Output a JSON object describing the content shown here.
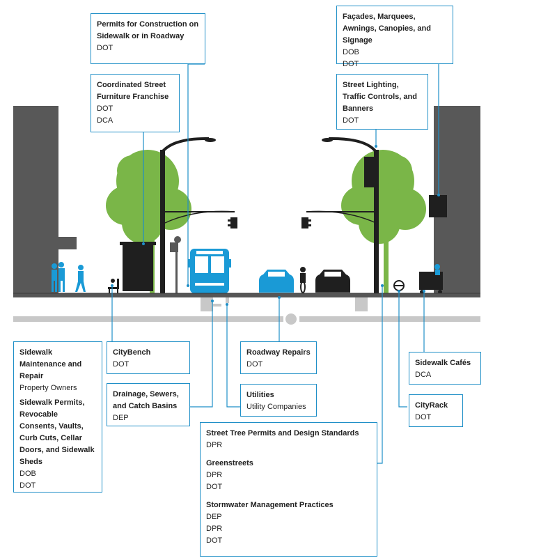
{
  "colors": {
    "callout": "#1f8fc7",
    "building": "#585858",
    "tree": "#7ab648",
    "vehicle": "#1a9ad6",
    "dark": "#1f1f1f",
    "road": "#555555",
    "pipe": "#c8c8c8"
  },
  "icons": [
    "building",
    "tree",
    "street-light",
    "traffic-signal",
    "bus",
    "car",
    "cyclist",
    "pedestrian",
    "bench",
    "newsstand",
    "cafe",
    "bike-rack",
    "catch-basin",
    "manhole",
    "sewer-pipe"
  ],
  "callouts": {
    "permits_construction": {
      "title": "Permits for Construction on Sidewalk or in Roadway",
      "agencies": [
        "DOT"
      ]
    },
    "street_furniture": {
      "title": "Coordinated Street Furniture Franchise",
      "agencies": [
        "DOT",
        "DCA"
      ]
    },
    "facades": {
      "title": "Façades, Marquees, Awnings, Canopies, and Signage",
      "agencies": [
        "DOB",
        "DOT"
      ]
    },
    "street_lighting": {
      "title": "Street Lighting, Traffic Controls, and Banners",
      "agencies": [
        "DOT"
      ]
    },
    "sidewalk": {
      "sections": [
        {
          "title": "Sidewalk Maintenance and Repair",
          "agencies": [
            "Property Owners"
          ]
        },
        {
          "title": "Sidewalk Permits, Revocable Consents, Vaults, Curb Cuts, Cellar Doors, and Sidewalk Sheds",
          "agencies": [
            "DOB",
            "DOT"
          ]
        }
      ]
    },
    "citybench": {
      "title": "CityBench",
      "agencies": [
        "DOT"
      ]
    },
    "drainage": {
      "title": "Drainage, Sewers, and Catch Basins",
      "agencies": [
        "DEP"
      ]
    },
    "roadway_repairs": {
      "title": "Roadway Repairs",
      "agencies": [
        "DOT"
      ]
    },
    "utilities": {
      "title": "Utilities",
      "agencies": [
        "Utility Companies"
      ]
    },
    "sidewalk_cafes": {
      "title": "Sidewalk Cafés",
      "agencies": [
        "DCA"
      ]
    },
    "cityrack": {
      "title": "CityRack",
      "agencies": [
        "DOT"
      ]
    },
    "street_tree": {
      "sections": [
        {
          "title": "Street Tree Permits and Design Standards",
          "agencies": [
            "DPR"
          ]
        },
        {
          "title": "Greenstreets",
          "agencies": [
            "DPR",
            "DOT"
          ]
        },
        {
          "title": "Stormwater Management Practices",
          "agencies": [
            "DEP",
            "DPR",
            "DOT"
          ]
        }
      ]
    }
  }
}
